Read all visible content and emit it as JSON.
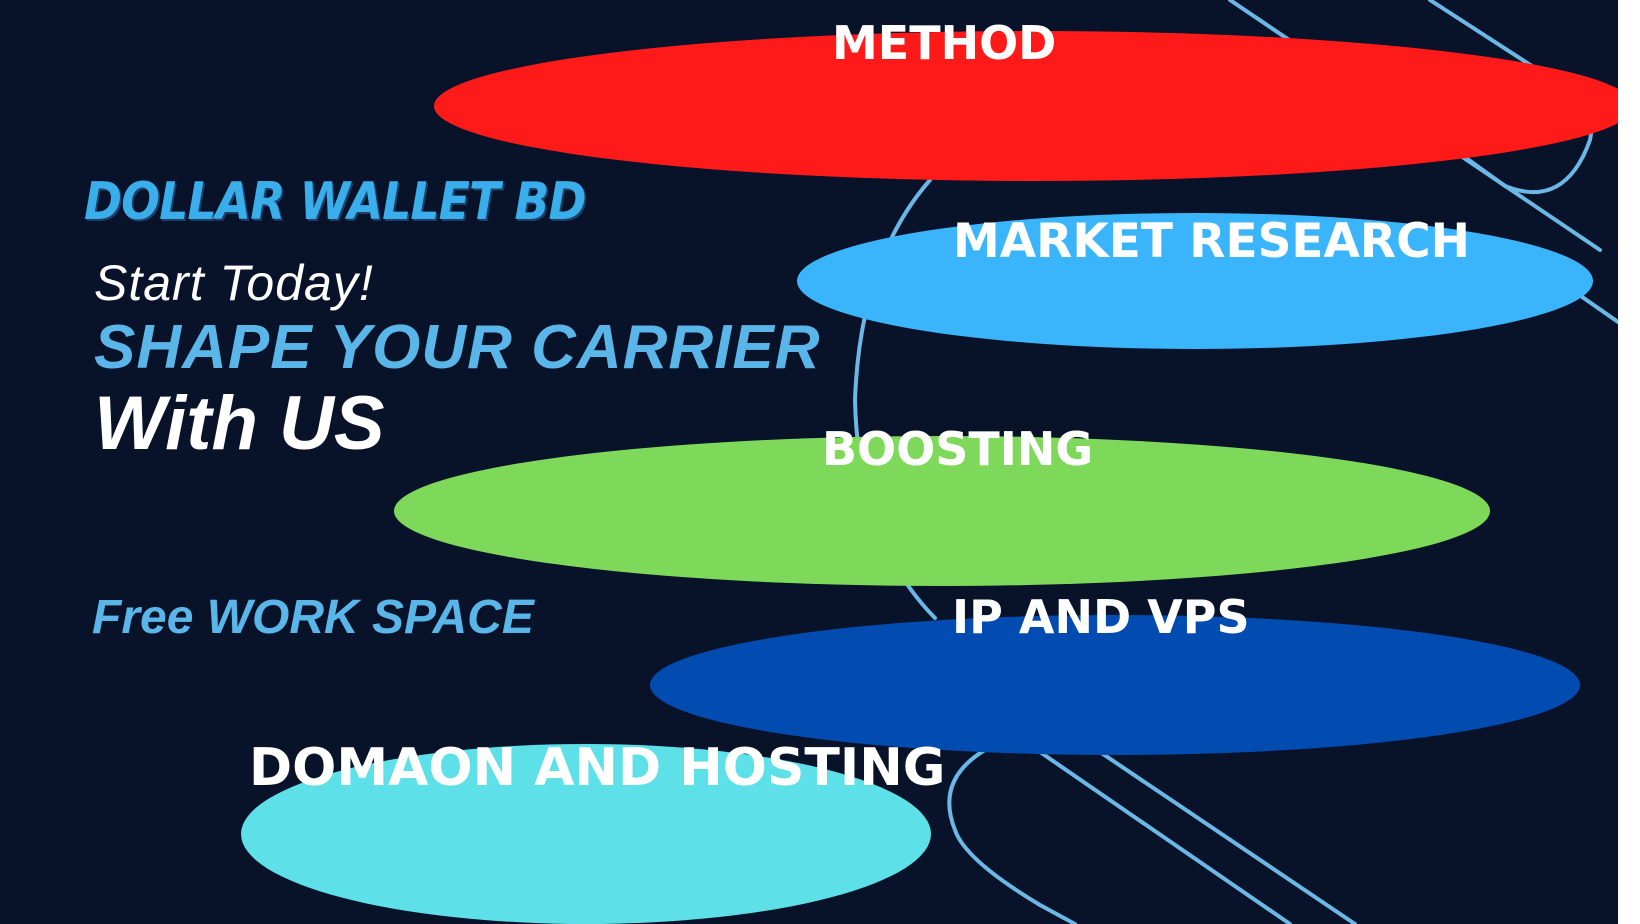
{
  "brand": "DOLLAR WALLET BD",
  "headline": {
    "start": "Start Today!",
    "shape": "SHAPE YOUR CARRIER",
    "with": "With US"
  },
  "free_space": "Free WORK SPACE",
  "services": [
    {
      "label": "METHOD",
      "color": "#ff1a1a"
    },
    {
      "label": "MARKET RESEARCH",
      "color": "#3ab4fa"
    },
    {
      "label": "BOOSTING",
      "color": "#7ed95a"
    },
    {
      "label": "IP AND VPS",
      "color": "#024bb0"
    },
    {
      "label": "DOMAON AND HOSTING",
      "color": "#5de0e8"
    }
  ],
  "colors": {
    "background": "#08132a",
    "accent": "#5ab6e8",
    "line": "#6bb7e6"
  }
}
